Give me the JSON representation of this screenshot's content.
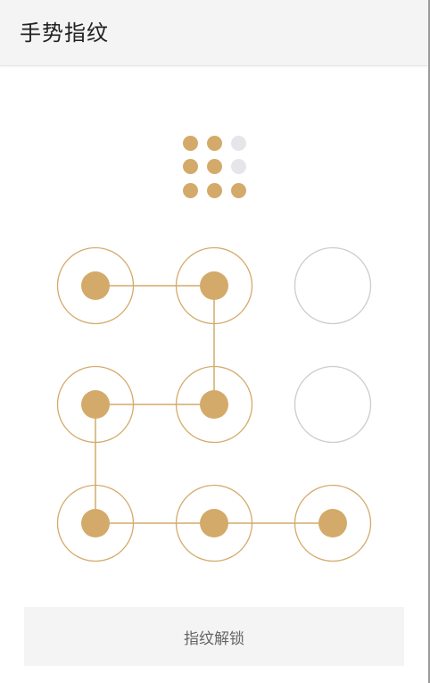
{
  "header": {
    "title": "手势指纹"
  },
  "colors": {
    "accent": "#d4aa6a",
    "inactive_ring": "#cccccc",
    "mini_inactive": "#e6e6ea",
    "header_bg": "#f4f4f4",
    "button_bg": "#f4f4f4"
  },
  "pattern": {
    "rows": 3,
    "cols": 3,
    "selected": [
      0,
      1,
      3,
      4,
      6,
      7,
      8
    ],
    "path": [
      0,
      1,
      4,
      3,
      6,
      7,
      8
    ]
  },
  "unlock_button": {
    "label": "指纹解锁"
  }
}
